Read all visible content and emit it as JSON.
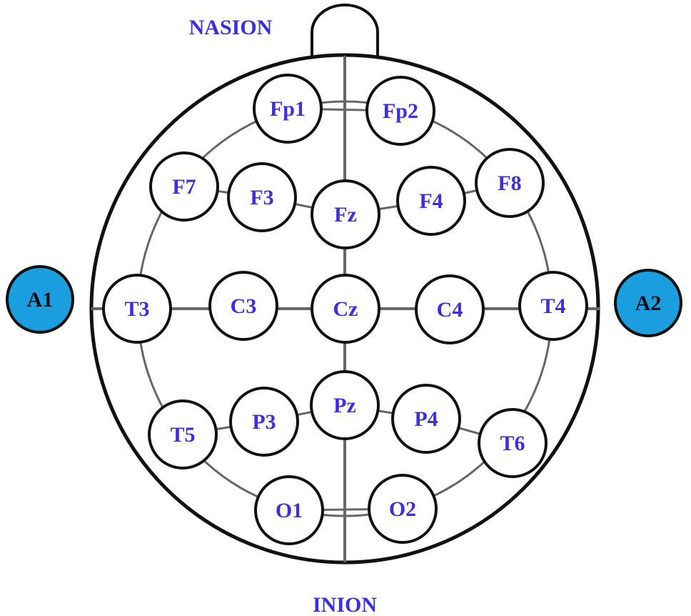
{
  "labels": {
    "top": "NASION",
    "bottom": "INION"
  },
  "colors": {
    "text": "#3b2fe0",
    "stroke": "#111111",
    "guide": "#666666",
    "reference_fill": "#1a9ee0"
  },
  "electrodes": [
    {
      "id": "Fp1",
      "label": "Fp1"
    },
    {
      "id": "Fp2",
      "label": "Fp2"
    },
    {
      "id": "F7",
      "label": "F7"
    },
    {
      "id": "F3",
      "label": "F3"
    },
    {
      "id": "Fz",
      "label": "Fz"
    },
    {
      "id": "F4",
      "label": "F4"
    },
    {
      "id": "F8",
      "label": "F8"
    },
    {
      "id": "T3",
      "label": "T3"
    },
    {
      "id": "C3",
      "label": "C3"
    },
    {
      "id": "Cz",
      "label": "Cz"
    },
    {
      "id": "C4",
      "label": "C4"
    },
    {
      "id": "T4",
      "label": "T4"
    },
    {
      "id": "T5",
      "label": "T5"
    },
    {
      "id": "P3",
      "label": "P3"
    },
    {
      "id": "Pz",
      "label": "Pz"
    },
    {
      "id": "P4",
      "label": "P4"
    },
    {
      "id": "T6",
      "label": "T6"
    },
    {
      "id": "O1",
      "label": "O1"
    },
    {
      "id": "O2",
      "label": "O2"
    }
  ],
  "references": [
    {
      "id": "A1",
      "label": "A1"
    },
    {
      "id": "A2",
      "label": "A2"
    }
  ]
}
